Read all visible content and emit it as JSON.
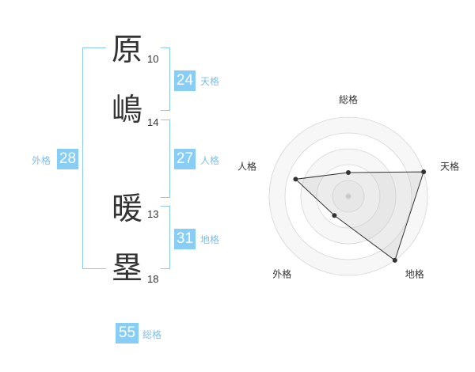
{
  "characters": [
    {
      "char": "原",
      "strokes": "10"
    },
    {
      "char": "嶋",
      "strokes": "14"
    },
    {
      "char": "暖",
      "strokes": "13"
    },
    {
      "char": "塁",
      "strokes": "18"
    }
  ],
  "fortunes": {
    "tenkaku": {
      "value": "24",
      "label": "天格"
    },
    "jinkaku": {
      "value": "27",
      "label": "人格"
    },
    "chikaku": {
      "value": "31",
      "label": "地格"
    },
    "gaikaku": {
      "value": "28",
      "label": "外格"
    },
    "soukaku": {
      "value": "55",
      "label": "総格"
    }
  },
  "colors": {
    "accent": "#88cdf5",
    "bracket": "#8cc8ef",
    "label": "#7fbfe6"
  },
  "chart_data": {
    "type": "radar",
    "axes": [
      "総格",
      "天格",
      "地格",
      "外格",
      "人格"
    ],
    "levels": 5,
    "values": [
      1.5,
      5,
      5,
      1.5,
      3.5
    ],
    "max": 5
  }
}
